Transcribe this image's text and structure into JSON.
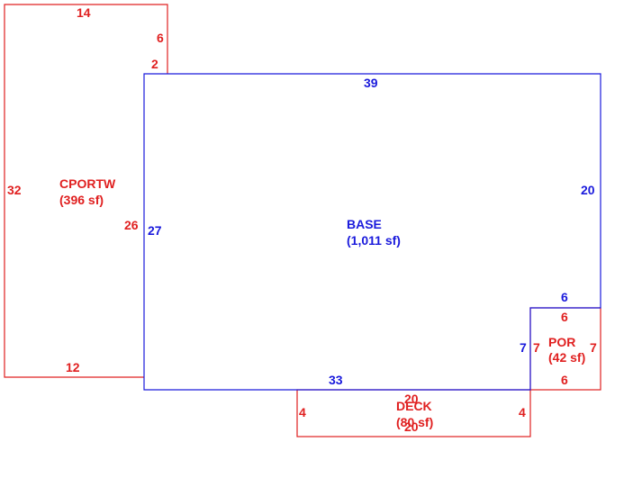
{
  "colors": {
    "red": "#e02020",
    "blue": "#1a1adc"
  },
  "areas": {
    "cportw": {
      "name": "CPORTW",
      "area": "(396 sf)"
    },
    "base": {
      "name": "BASE",
      "area": "(1,011 sf)"
    },
    "por": {
      "name": "POR",
      "area": "(42 sf)"
    },
    "deck": {
      "name": "DECK",
      "area": "(80 sf)"
    }
  },
  "dims": {
    "cportw_top": "14",
    "cportw_right_upper": "6",
    "cportw_right_step": "2",
    "cportw_left": "32",
    "cportw_right_lower": "26",
    "cportw_bottom": "12",
    "base_top": "39",
    "base_left": "27",
    "base_right": "20",
    "base_notch_top": "6",
    "base_notch_side": "7",
    "base_bottom": "33",
    "por_top": "6",
    "por_left": "7",
    "por_right": "7",
    "por_bottom": "6",
    "deck_top": "20",
    "deck_left": "4",
    "deck_right": "4",
    "deck_bottom": "20"
  }
}
